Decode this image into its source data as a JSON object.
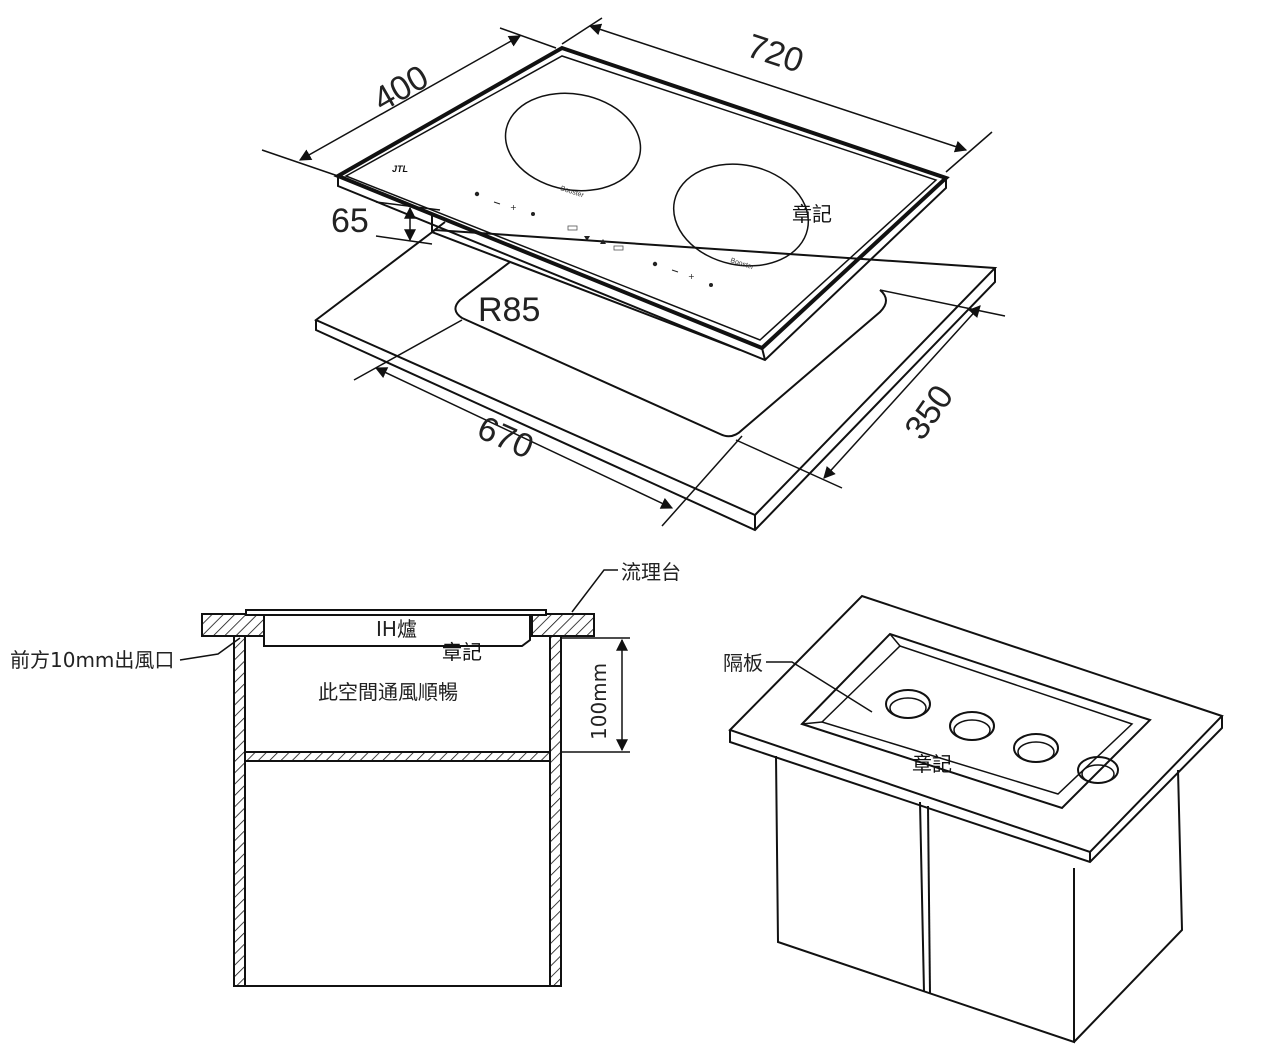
{
  "hob_diagram": {
    "dim_width": "720",
    "dim_depth": "400",
    "dim_height": "65",
    "dim_cut_width": "670",
    "dim_cut_depth": "350",
    "dim_radius": "R85",
    "brand": "JTL",
    "booster_left": "Booster",
    "booster_right": "Booster"
  },
  "section_diagram": {
    "countertop_label": "流理台",
    "hob_label": "IH爐",
    "vent_label": "前方10mm出風口",
    "space_label": "此空間通風順暢",
    "height_label": "100mm"
  },
  "cabinet_diagram": {
    "partition_label": "隔板"
  },
  "watermarks": [
    "章記",
    "章記",
    "章記"
  ]
}
